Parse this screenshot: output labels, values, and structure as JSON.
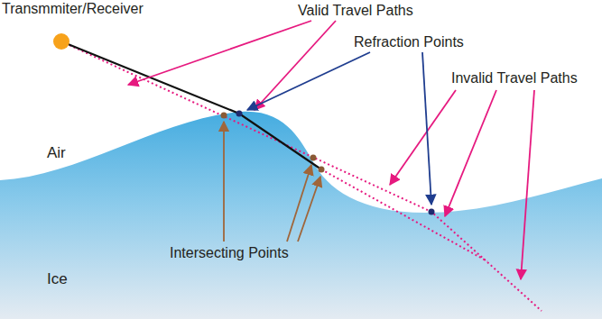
{
  "diagram": {
    "labels": [
      "Transmmiter/Receiver",
      "Valid Travel Paths",
      "Refraction Points",
      "Invalid Travel Paths",
      "Air",
      "Ice",
      "Intersecting Points"
    ]
  }
}
